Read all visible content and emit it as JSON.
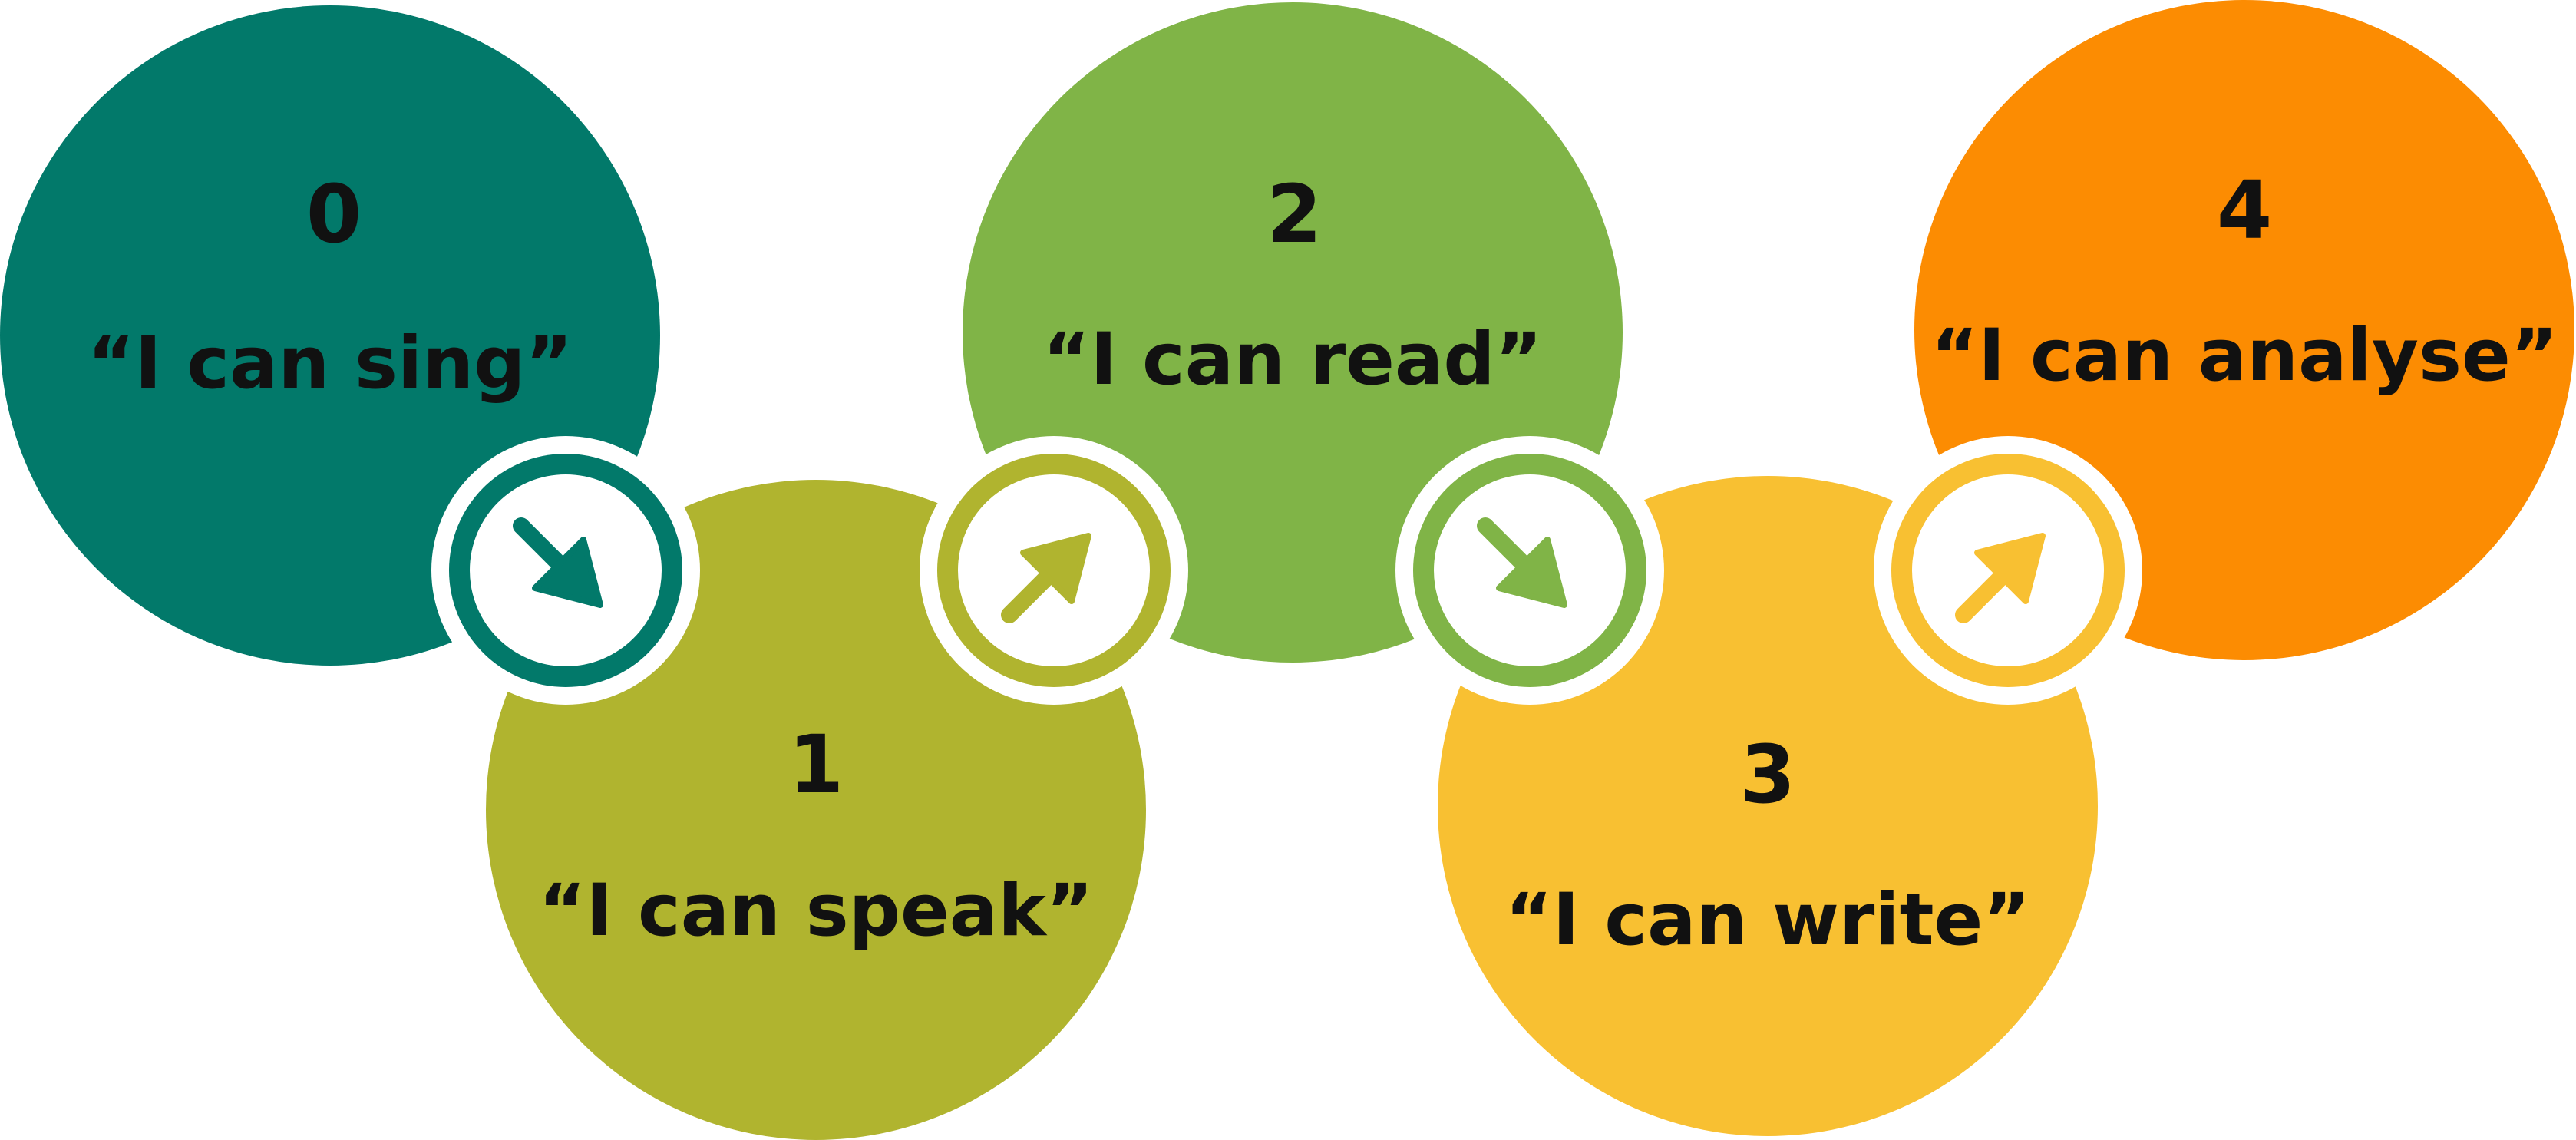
{
  "stages": [
    {
      "number": "0",
      "label": "“I can sing”",
      "color": "#02796A"
    },
    {
      "number": "1",
      "label": "“I can speak”",
      "color": "#B0B42F"
    },
    {
      "number": "2",
      "label": "“I can read”",
      "color": "#80B447"
    },
    {
      "number": "3",
      "label": "“I can write”",
      "color": "#F8C032"
    },
    {
      "number": "4",
      "label": "“I can analyse”",
      "color": "#FC8C02"
    }
  ],
  "connectors": [
    {
      "icon": "arrow-down-right-icon",
      "color": "#02796A"
    },
    {
      "icon": "arrow-up-right-icon",
      "color": "#B0B42F"
    },
    {
      "icon": "arrow-down-right-icon",
      "color": "#80B447"
    },
    {
      "icon": "arrow-up-right-icon",
      "color": "#F8C032"
    }
  ]
}
